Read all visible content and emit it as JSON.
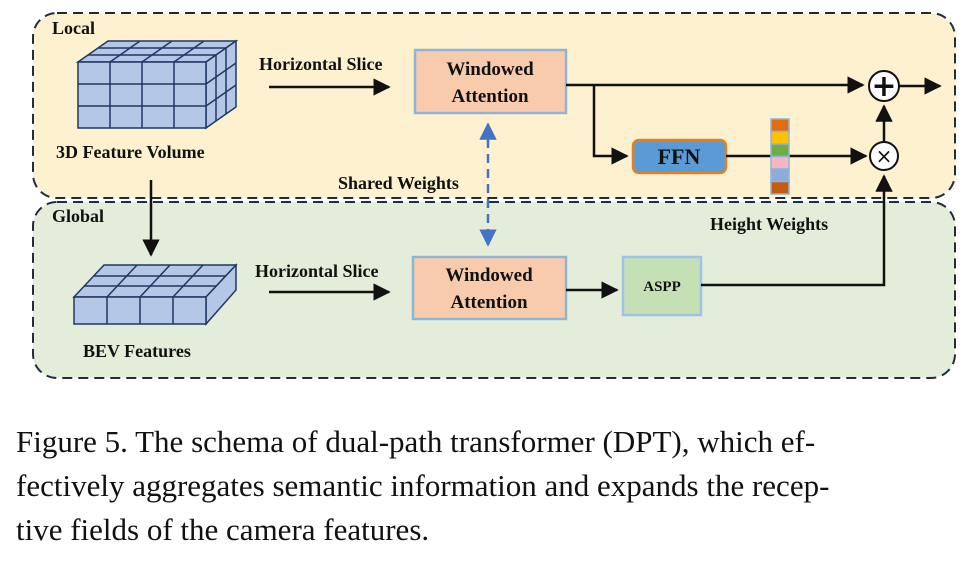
{
  "diagram": {
    "local_label": "Local",
    "global_label": "Global",
    "feature_volume_label": "3D Feature Volume",
    "bev_label": "BEV Features",
    "horizontal_slice_top": "Horizontal Slice",
    "horizontal_slice_bottom": "Horizontal Slice",
    "windowed_attention_top": [
      "Windowed",
      "Attention"
    ],
    "windowed_attention_bottom": [
      "Windowed",
      "Attention"
    ],
    "shared_weights_label": "Shared Weights",
    "ffn_label": "FFN",
    "aspp_label": "ASPP",
    "height_weights_label": "Height Weights",
    "plus_symbol": "+",
    "times_symbol": "×",
    "colors": {
      "local_region_fill": "#fdf1cf",
      "global_region_fill": "#e3edda",
      "attention_fill": "#f8cbad",
      "attention_border": "#8fb5d6",
      "ffn_fill": "#5b9bd5",
      "ffn_border": "#e67e22",
      "aspp_fill": "#c5e0b4",
      "aspp_border": "#9dc3e6",
      "cube_fill": "#b4c7e7",
      "shared_arrow": "#4472c4",
      "height_weight_bars": [
        "#e46c0a",
        "#ffc000",
        "#70ad47",
        "#f4b6c2",
        "#8faadc",
        "#c55a11"
      ]
    }
  },
  "caption": {
    "lines": [
      "Figure 5.  The schema of dual-path transformer (DPT), which ef-",
      "fectively aggregates semantic information and expands the recep-",
      "tive fields of the camera features."
    ]
  }
}
